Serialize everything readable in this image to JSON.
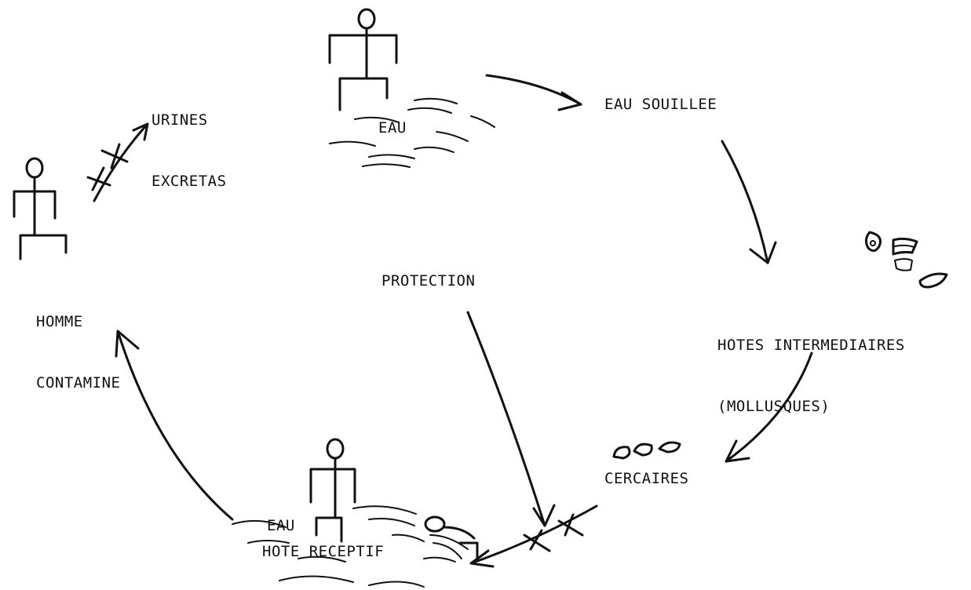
{
  "labels": {
    "urines_excretas": {
      "line1": "URINES",
      "line2": "EXCRETAS"
    },
    "eau_top": "EAU",
    "eau_souillee": "EAU SOUILLEE",
    "homme_contamine": {
      "line1": "HOMME",
      "line2": "CONTAMINE"
    },
    "protection": "PROTECTION",
    "hotes_intermediaires": {
      "line1": "HOTES INTERMEDIAIRES",
      "line2": "(MOLLUSQUES)"
    },
    "cercaires": "CERCAIRES",
    "eau_bottom": "EAU",
    "hote_receptif": "HOTE RECEPTIF"
  },
  "icons": [
    "stick-figure-icon",
    "water-waves-icon",
    "snail-icon",
    "cercariae-icon",
    "cross-barrier-icon",
    "arrow-icon"
  ]
}
